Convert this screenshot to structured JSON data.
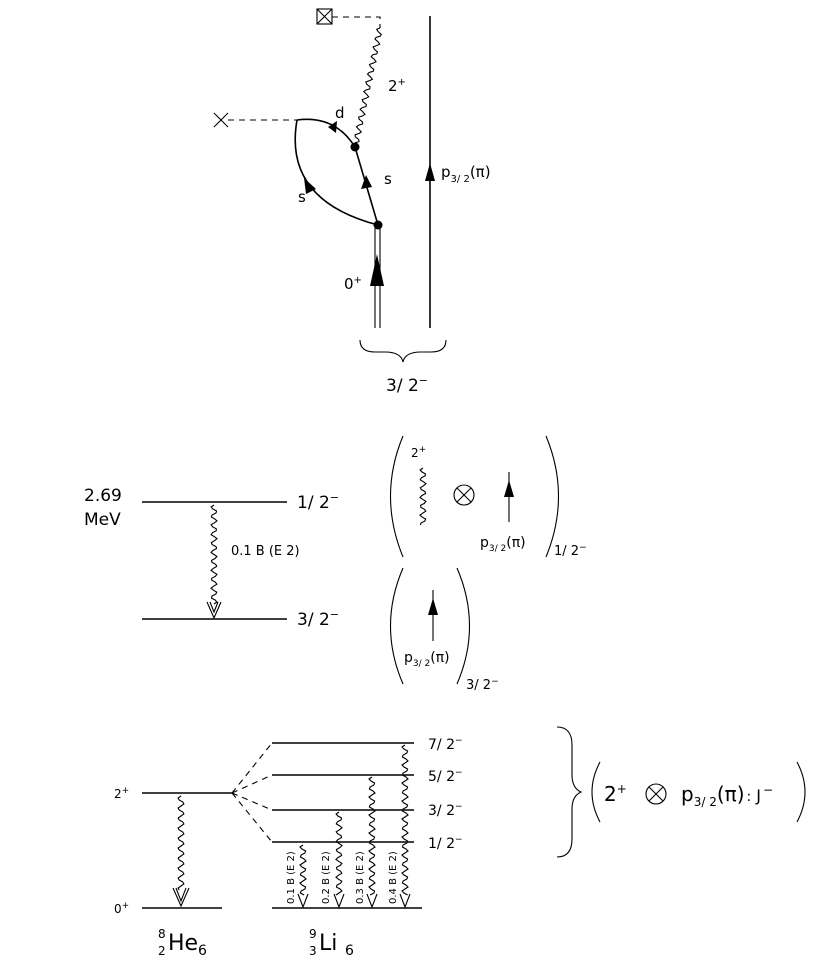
{
  "feynman": {
    "phonon_label": "2+",
    "d_label": "d",
    "s_label_inner": "s",
    "s_label_outer": "s",
    "proton_label": "p3/2(π)",
    "pair_label": "0+",
    "spin_label": "3/2−"
  },
  "li_levels": {
    "energy_value": "2.69",
    "energy_unit": "MeV",
    "upper_spin": "1/2−",
    "lower_spin": "3/2−",
    "transition": "0.1 B (E 2)",
    "upper_config": {
      "phonon": "2+",
      "particle": "p3/2(π)",
      "coupling": "1/2−"
    },
    "lower_config": {
      "particle": "p3/2(π)",
      "coupling": "3/2−"
    }
  },
  "multiplet": {
    "he_level_upper": "2+",
    "he_level_lower": "0+",
    "he_nucleus": {
      "mass": "8",
      "charge": "2",
      "symbol": "He",
      "neutrons": "6"
    },
    "li_nucleus": {
      "mass": "9",
      "charge": "3",
      "symbol": "Li",
      "neutrons": "6"
    },
    "levels": [
      "7/2−",
      "5/2−",
      "3/2−",
      "1/2−"
    ],
    "transitions": [
      "0.1 B (E 2)",
      "0.2 B (E 2)",
      "0.3 B (E 2)",
      "0.4 B (E 2)"
    ],
    "coupling": "(2+ ⊗ p3/2(π); J −)"
  }
}
